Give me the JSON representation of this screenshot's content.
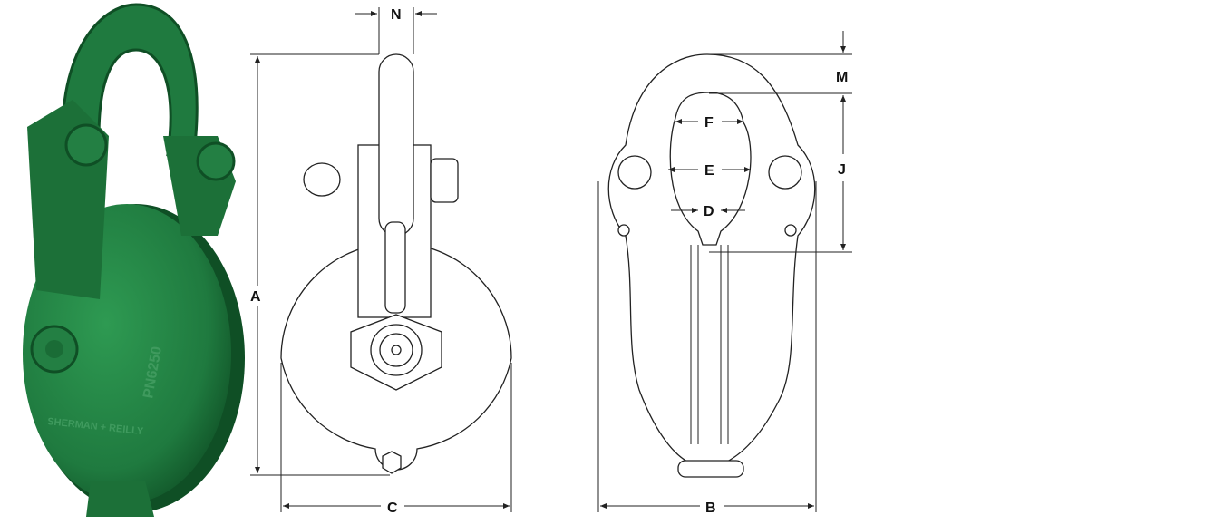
{
  "product_photo": {
    "embossed_model": "PN6250",
    "embossed_brand": "SHERMAN + REILLY",
    "body_color": "#1f7a3f",
    "shadow_color": "#0f4f25"
  },
  "dimension_labels": {
    "A": "A",
    "B": "B",
    "C": "C",
    "D": "D",
    "E": "E",
    "F": "F",
    "J": "J",
    "M": "M",
    "N": "N"
  }
}
